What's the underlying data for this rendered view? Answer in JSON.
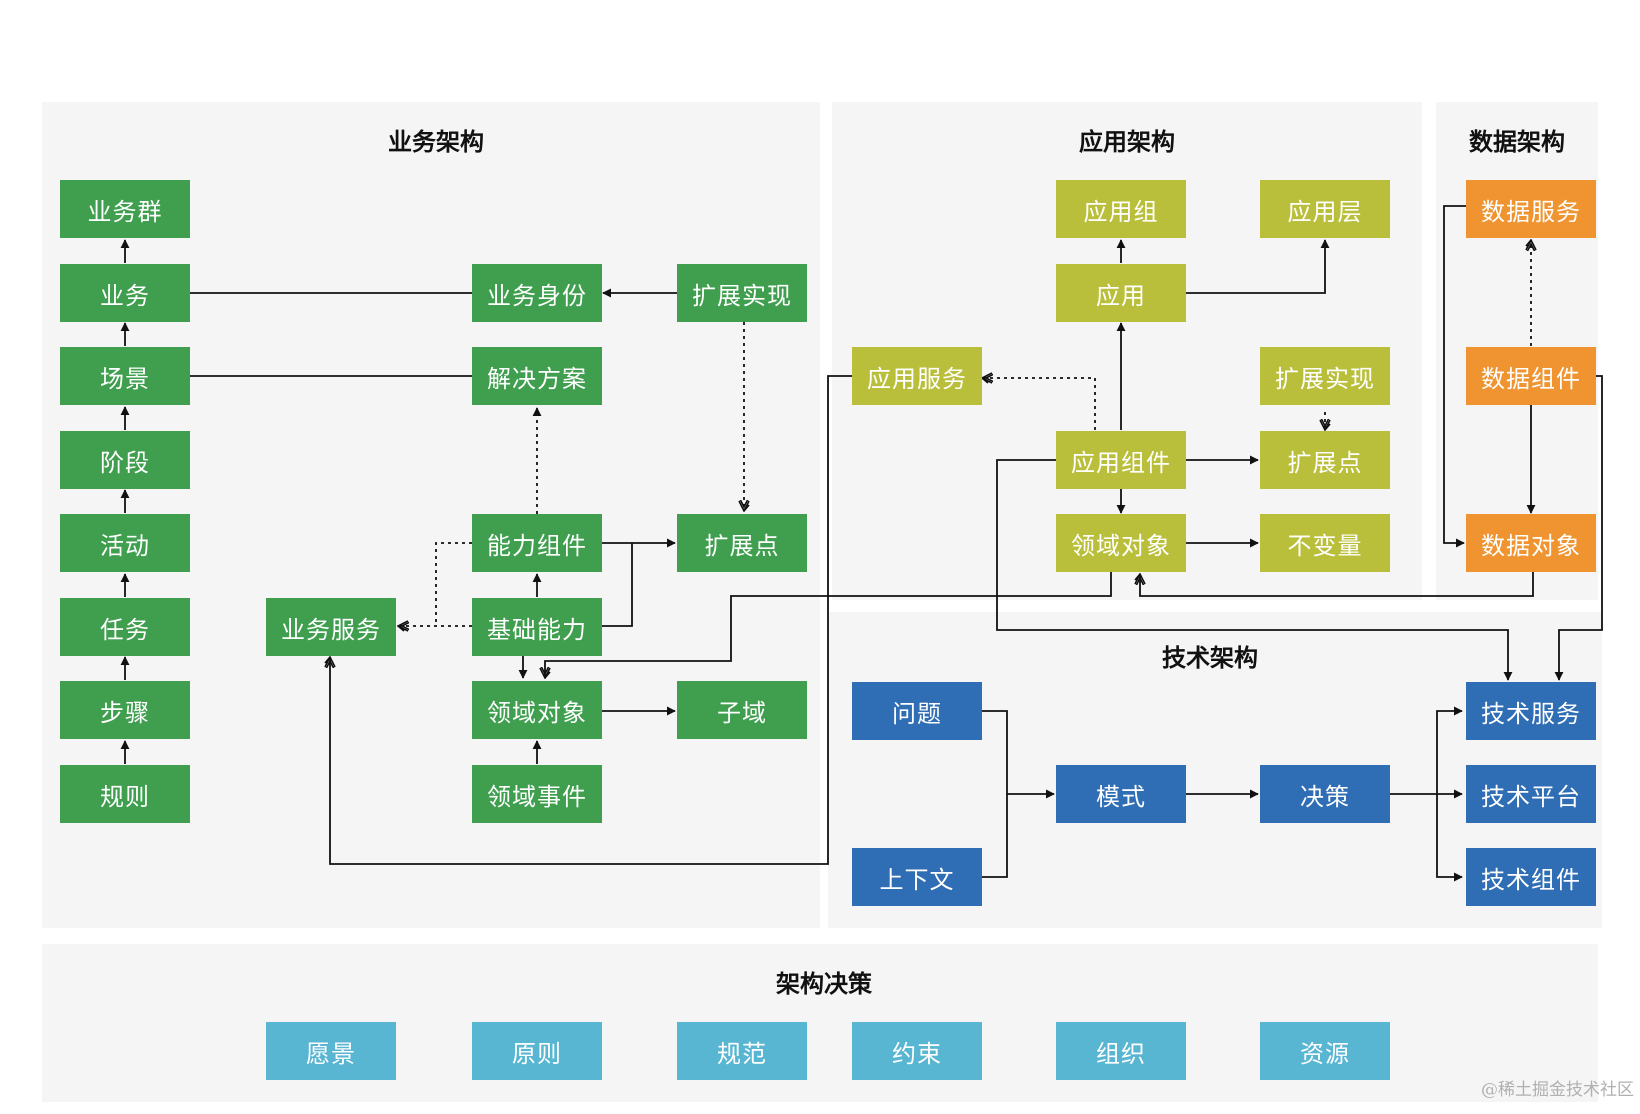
{
  "sections": {
    "business": "业务架构",
    "application": "应用架构",
    "data": "数据架构",
    "technology": "技术架构",
    "decision": "架构决策"
  },
  "business": {
    "ywq": "业务群",
    "yw": "业务",
    "cj": "场景",
    "jd": "阶段",
    "hd": "活动",
    "rw": "任务",
    "bz": "步骤",
    "gz": "规则",
    "ywsf": "业务身份",
    "jjfa": "解决方案",
    "nlzj": "能力组件",
    "jcnl": "基础能力",
    "ywfw": "业务服务",
    "lydx": "领域对象",
    "lysj": "领域事件",
    "kzsx": "扩展实现",
    "kzd": "扩展点",
    "zy": "子域"
  },
  "application": {
    "yyz": "应用组",
    "yyc": "应用层",
    "yy": "应用",
    "yyfw": "应用服务",
    "kzsx": "扩展实现",
    "yyzj": "应用组件",
    "kzd": "扩展点",
    "lydx": "领域对象",
    "bbl": "不变量"
  },
  "data": {
    "sjfw": "数据服务",
    "sjzj": "数据组件",
    "sjdx": "数据对象"
  },
  "technology": {
    "wt": "问题",
    "sxw": "上下文",
    "ms": "模式",
    "jc": "决策",
    "jsfw": "技术服务",
    "jspt": "技术平台",
    "jszj": "技术组件"
  },
  "decision": {
    "items": [
      "愿景",
      "原则",
      "规范",
      "约束",
      "组织",
      "资源"
    ]
  },
  "watermark": "@稀土掘金技术社区",
  "colors": {
    "business": "#3f9f4f",
    "application": "#b9bf3a",
    "data": "#ef9430",
    "technology": "#2f6db4",
    "decision": "#58b6d3",
    "panel": "#f5f5f5"
  }
}
